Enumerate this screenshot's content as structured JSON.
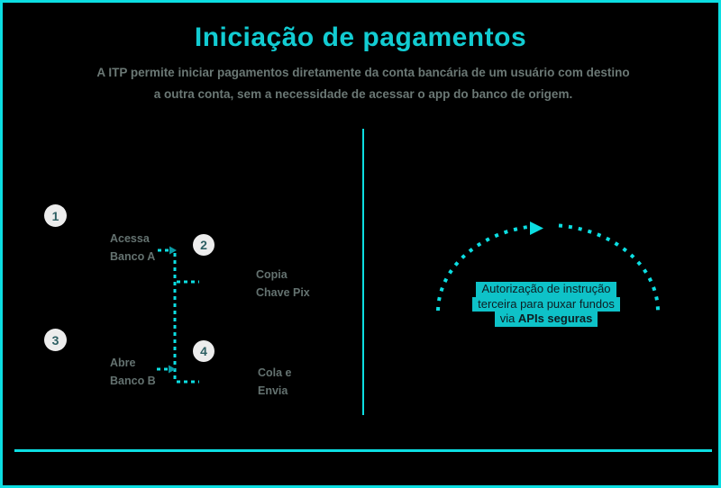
{
  "header": {
    "title": "Iniciação de pagamentos",
    "subtitle_line1": "A ITP permite iniciar pagamentos diretamente da conta bancária de um usuário com destino",
    "subtitle_line2": "a outra conta, sem a necessidade de acessar o app do banco de origem."
  },
  "steps": [
    {
      "number": "1",
      "label_line1": "Acessa",
      "label_line2": "Banco A"
    },
    {
      "number": "2",
      "label_line1": "Copia",
      "label_line2": "Chave Pix"
    },
    {
      "number": "3",
      "label_line1": "Abre",
      "label_line2": "Banco B"
    },
    {
      "number": "4",
      "label_line1": "Cola e",
      "label_line2": "Envia"
    }
  ],
  "flow_annotation": {
    "line1": "Autorização de instrução",
    "line2": "terceira para puxar fundos",
    "line3_prefix": "via ",
    "line3_bold": "APIs seguras"
  },
  "icons": {
    "arc_arrow": "dashed-arc-arrow-right",
    "connectors": "dashed-flow-connectors"
  },
  "colors": {
    "background": "#000000",
    "accent": "#0cdee2",
    "title": "#12ccd2",
    "muted_text": "#6b7875",
    "label_text": "#647270",
    "circle_bg": "#ededed",
    "circle_text": "#2d5f63",
    "annotation_bg": "#0ec2c8",
    "annotation_text": "#0d1d22",
    "arrow_dark": "#0a9aa4"
  }
}
